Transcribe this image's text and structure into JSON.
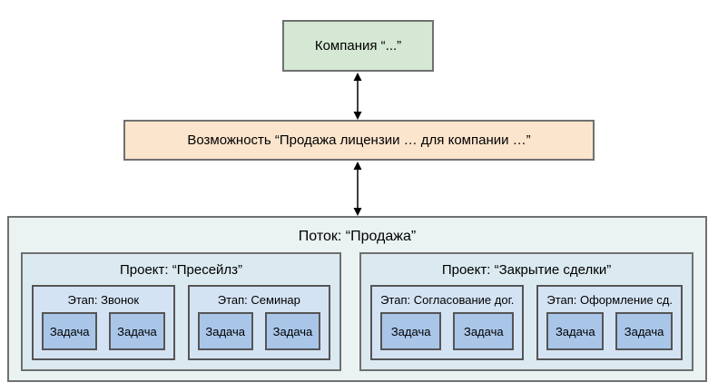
{
  "diagram": {
    "company": {
      "label": "Компания “...”"
    },
    "opportunity": {
      "label": "Возможность “Продажа лицензии … для компании …”"
    },
    "flow": {
      "title": "Поток: “Продажа”",
      "projects": [
        {
          "title": "Проект: “Пресейлз”",
          "stages": [
            {
              "title": "Этап: Звонок",
              "tasks": [
                "Задача",
                "Задача"
              ]
            },
            {
              "title": "Этап: Семинар",
              "tasks": [
                "Задача",
                "Задача"
              ]
            }
          ]
        },
        {
          "title": "Проект: “Закрытие сделки”",
          "stages": [
            {
              "title": "Этап: Согласование дог.",
              "tasks": [
                "Задача",
                "Задача"
              ]
            },
            {
              "title": "Этап: Оформление сд.",
              "tasks": [
                "Задача",
                "Задача"
              ]
            }
          ]
        }
      ]
    },
    "connectors": [
      {
        "name": "company-opportunity",
        "type": "double-arrow-vertical"
      },
      {
        "name": "opportunity-flow",
        "type": "double-arrow-vertical"
      }
    ],
    "colors": {
      "company_fill": "#d5e8d4",
      "opportunity_fill": "#fce5cd",
      "flow_fill": "#eaf2f2",
      "project_fill": "#dbe9f0",
      "stage_fill": "#d4e3f3",
      "task_fill": "#a9c6e9",
      "border": "#707070",
      "border_dark": "#555555",
      "arrow": "#000000"
    }
  }
}
